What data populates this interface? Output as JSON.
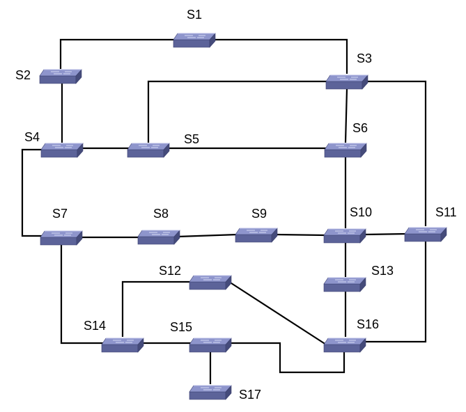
{
  "diagram": {
    "colors": {
      "switch_top": "#8E95CC",
      "switch_front": "#5C6399",
      "switch_side": "#454B7A",
      "switch_arrows": "#D6DAF5",
      "link": "#000000"
    },
    "icon": "network-switch-icon",
    "switches": [
      {
        "id": "S1",
        "label": "S1"
      },
      {
        "id": "S2",
        "label": "S2"
      },
      {
        "id": "S3",
        "label": "S3"
      },
      {
        "id": "S4",
        "label": "S4"
      },
      {
        "id": "S5",
        "label": "S5"
      },
      {
        "id": "S6",
        "label": "S6"
      },
      {
        "id": "S7",
        "label": "S7"
      },
      {
        "id": "S8",
        "label": "S8"
      },
      {
        "id": "S9",
        "label": "S9"
      },
      {
        "id": "S10",
        "label": "S10"
      },
      {
        "id": "S11",
        "label": "S11"
      },
      {
        "id": "S12",
        "label": "S12"
      },
      {
        "id": "S13",
        "label": "S13"
      },
      {
        "id": "S14",
        "label": "S14"
      },
      {
        "id": "S15",
        "label": "S15"
      },
      {
        "id": "S16",
        "label": "S16"
      },
      {
        "id": "S17",
        "label": "S17"
      }
    ],
    "links": [
      {
        "from": "S1",
        "to": "S2"
      },
      {
        "from": "S1",
        "to": "S3"
      },
      {
        "from": "S2",
        "to": "S4"
      },
      {
        "from": "S3",
        "to": "S5"
      },
      {
        "from": "S3",
        "to": "S6"
      },
      {
        "from": "S3",
        "to": "S11"
      },
      {
        "from": "S4",
        "to": "S5"
      },
      {
        "from": "S5",
        "to": "S6"
      },
      {
        "from": "S4",
        "to": "S7"
      },
      {
        "from": "S6",
        "to": "S10"
      },
      {
        "from": "S7",
        "to": "S8"
      },
      {
        "from": "S8",
        "to": "S9"
      },
      {
        "from": "S9",
        "to": "S10"
      },
      {
        "from": "S10",
        "to": "S11"
      },
      {
        "from": "S10",
        "to": "S13"
      },
      {
        "from": "S7",
        "to": "S14"
      },
      {
        "from": "S12",
        "to": "S14"
      },
      {
        "from": "S12",
        "to": "S16"
      },
      {
        "from": "S13",
        "to": "S16"
      },
      {
        "from": "S11",
        "to": "S16"
      },
      {
        "from": "S14",
        "to": "S15"
      },
      {
        "from": "S15",
        "to": "S16"
      },
      {
        "from": "S15",
        "to": "S17"
      }
    ]
  }
}
